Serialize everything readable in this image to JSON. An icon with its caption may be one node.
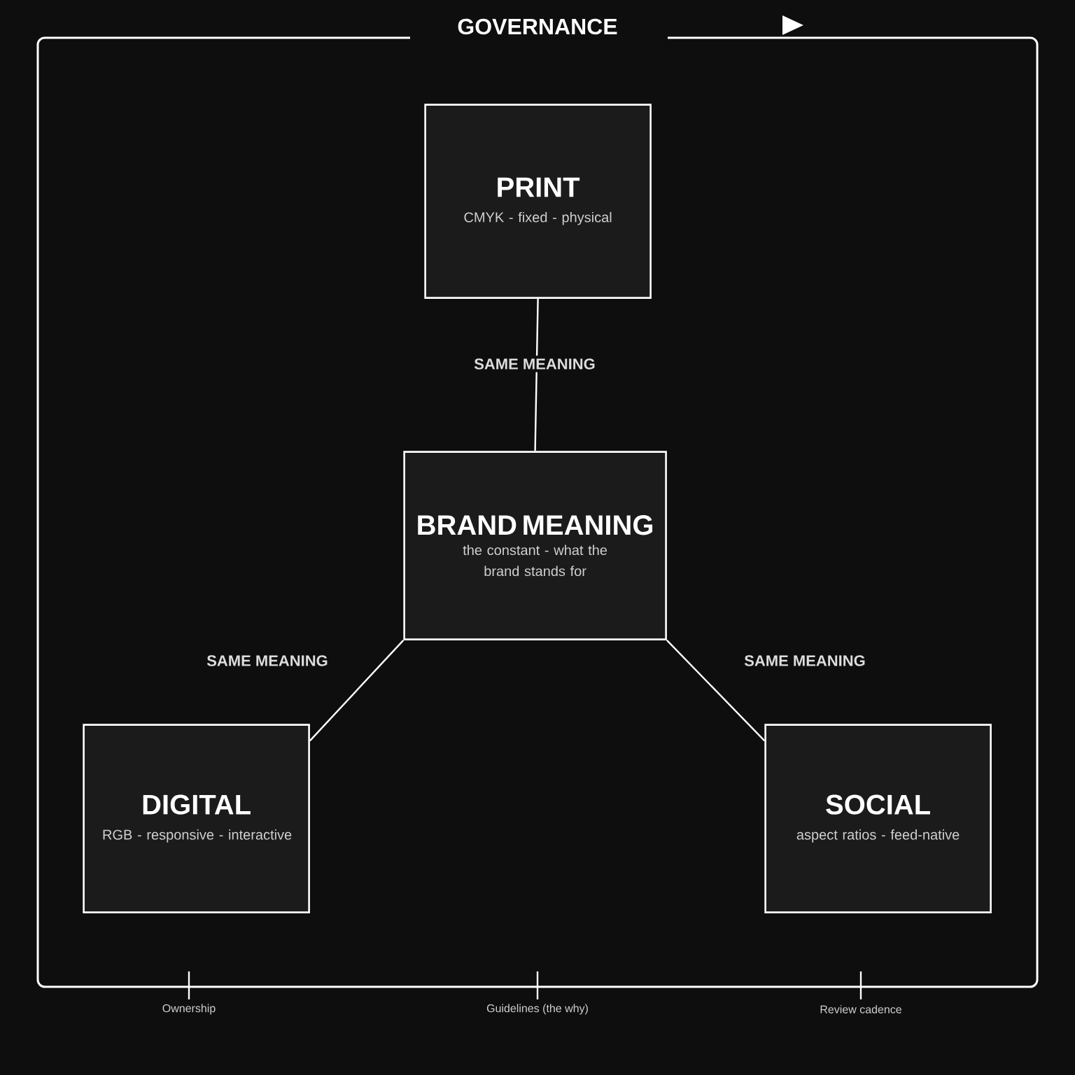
{
  "diagram": {
    "nodes": [
      {
        "text": [
          "GOVERNANCE"
        ]
      },
      {
        "text": [
          "PRINT",
          "CMYK - fixed - physical"
        ],
        "in": 0
      },
      {
        "text": [
          "BRAND MEANING",
          "the constant - what the brand stands for"
        ],
        "in": 0
      },
      {
        "text": [
          "DIGITAL",
          "RGB - responsive - interactive"
        ],
        "in": 0
      },
      {
        "text": [
          "SOCIAL",
          "aspect ratios - feed-native"
        ],
        "in": 0
      }
    ],
    "edges": [
      {
        "from": 2,
        "to": 1,
        "arrow": "none",
        "label": "SAME MEANING"
      },
      {
        "from": 2,
        "to": 3,
        "arrow": "none",
        "label": "SAME MEANING"
      },
      {
        "from": 2,
        "to": 4,
        "arrow": "none",
        "label": "SAME MEANING"
      }
    ],
    "labels": [
      "Ownership",
      "Guidelines (the why)",
      "Review cadence"
    ]
  }
}
